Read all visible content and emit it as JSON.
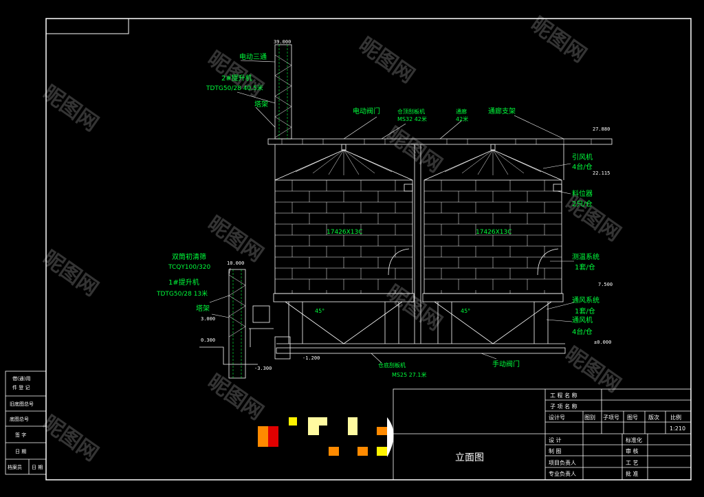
{
  "colors": {
    "background": "#000000",
    "line": "#ffffff",
    "label": "#00ff3c",
    "pixel_orange": "#ff8a00",
    "pixel_yellow": "#fff200",
    "pixel_red": "#e00000",
    "pixel_cream": "#fffaa0"
  },
  "watermark": "昵图网",
  "elevations": {
    "top": "39.000",
    "gallery": "27.880",
    "eave": "22.115",
    "hopper_top": "7.500",
    "ground": "±0.000",
    "pre_top": "10.000",
    "pre_platform": "3.000",
    "pre_base": "0.300",
    "pit": "-3.300",
    "tunnel": "-1.200"
  },
  "labels": {
    "tee": "电动三通",
    "elev2_name": "2#提升机",
    "elev2_spec": "TDTG50/28 40.5米",
    "tower2": "塔架",
    "valve": "电动阀门",
    "top_conv": "仓顶刮板机",
    "top_conv_spec": "MS32 42米",
    "gallery": "通廊",
    "gallery_len": "42米",
    "gallery_support": "通廊支架",
    "fan_name": "引风机",
    "fan_count": "4台/仓",
    "level_name": "料位器",
    "level_count": "2只/仓",
    "silo_spec_left": "17426X13C",
    "silo_spec_right": "17426X13C",
    "temp_name": "测温系统",
    "temp_count": "1套/仓",
    "vent_name": "通风系统",
    "vent_count": "1套/仓",
    "blower_name": "通风机",
    "blower_count": "4台/仓",
    "hopper_angle_left": "45°",
    "hopper_angle_right": "45°",
    "cleaner_name": "双筒初清筛",
    "cleaner_spec": "TCQY100/320",
    "elev1_name": "1#提升机",
    "elev1_spec": "TDTG50/28 13米",
    "tower1": "塔架",
    "bottom_conv": "仓底刮板机",
    "bottom_conv_spec": "MS25 27.1米",
    "manual_valve": "手动阀门"
  },
  "left_strip": [
    "借(通)用",
    "件 登 记",
    "旧底图总号",
    "底图总号",
    "签 字",
    "日 期",
    "档案员",
    "日 期"
  ],
  "title_block": {
    "project_name": "工 程 名 称",
    "sub_name": "子 项 名 称",
    "cols": [
      "设计号",
      "图别",
      "子项号",
      "图号",
      "版次",
      "比例"
    ],
    "scale": "1:210",
    "drawing_title": "立面图",
    "roles_left": [
      "设 计",
      "制 图",
      "项目负责人",
      "专业负责人"
    ],
    "roles_right": [
      "标准化",
      "审 核",
      "工 艺",
      "批 准"
    ]
  }
}
